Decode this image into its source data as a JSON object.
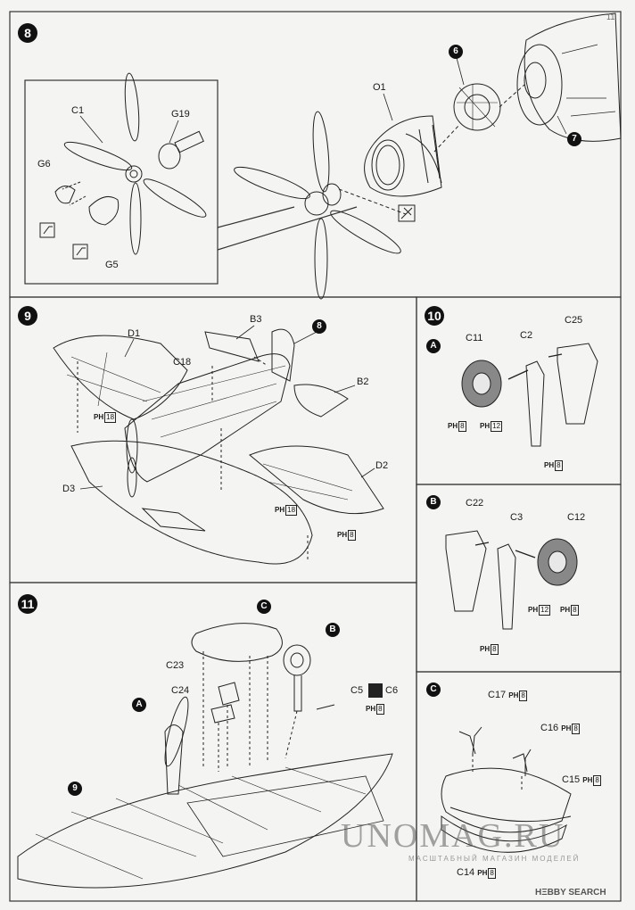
{
  "page_number": "11",
  "step8": {
    "number": "8",
    "labels": {
      "c1": "C1",
      "g19": "G19",
      "g6": "G6",
      "g5": "G5",
      "o1": "O1",
      "p6": "6",
      "p7": "7"
    }
  },
  "step9": {
    "number": "9",
    "labels": {
      "d1": "D1",
      "b3": "B3",
      "p8": "8",
      "c18": "C18",
      "b2": "B2",
      "d2": "D2",
      "d3": "D3"
    },
    "paints": {
      "p1": "18",
      "p2": "18",
      "p3": "8"
    }
  },
  "step10": {
    "number": "10",
    "a": {
      "badge": "A",
      "c11": "C11",
      "c2": "C2",
      "c25": "C25",
      "paint1": "8",
      "paint2": "12",
      "paint3": "8"
    },
    "b": {
      "badge": "B",
      "c22": "C22",
      "c3": "C3",
      "c12": "C12",
      "paint1": "12",
      "paint2": "8",
      "paint3": "8"
    },
    "c": {
      "badge": "C",
      "c17": "C17",
      "c16": "C16",
      "c15": "C15",
      "c14": "C14",
      "paint_c17": "8",
      "paint_c16": "8",
      "paint_c15": "8",
      "paint_c14": "8"
    }
  },
  "step11": {
    "number": "11",
    "labels": {
      "c": "C",
      "b": "B",
      "a": "A",
      "p9": "9",
      "c23": "C23",
      "c24": "C24",
      "c5": "C5",
      "c6": "C6"
    },
    "paint": "8"
  },
  "paint_prefix": "PH",
  "watermark": {
    "main": "UNOMAG.RU",
    "sub": "МАСШТАБНЫЙ МАГАЗИН МОДЕЛЕЙ"
  },
  "hobby_search": "HΞΒΒY SEARCH"
}
